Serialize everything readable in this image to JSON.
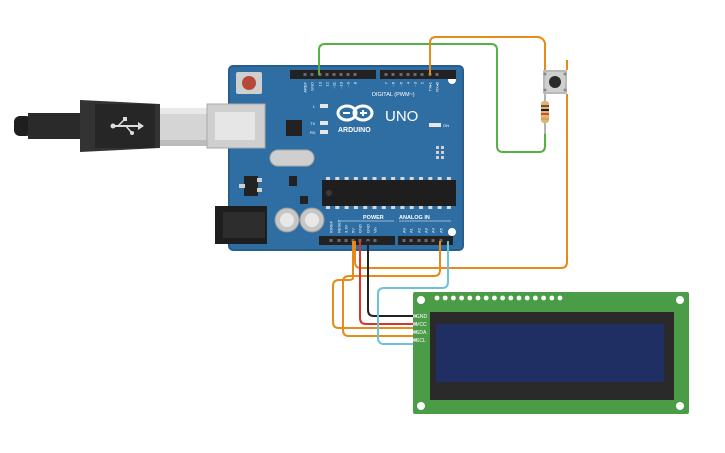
{
  "board": {
    "brand": "ARDUINO",
    "model": "UNO",
    "digital_header": "DIGITAL (PWM~)",
    "power_header": "POWER",
    "analog_header": "ANALOG IN",
    "led_l": "L",
    "led_tx": "TX",
    "led_rx": "RX",
    "led_on": "ON",
    "top_pins": [
      "AREF",
      "GND",
      "13",
      "12",
      "~11",
      "~10",
      "~9",
      "8",
      "7",
      "~6",
      "~5",
      "4",
      "~3",
      "2",
      "TX▸1",
      "RX◂0"
    ],
    "bottom_pins": [
      "IOREF",
      "RESET",
      "3.3V",
      "5V",
      "GND",
      "GND",
      "Vin",
      "A0",
      "A1",
      "A2",
      "A3",
      "A4",
      "A5"
    ]
  },
  "lcd": {
    "pins": [
      "GND",
      "VCC",
      "SDA",
      "SCL"
    ]
  },
  "colors": {
    "board": "#2f6ea3",
    "lcd_pcb": "#4b9c47",
    "lcd_screen": "#1f2e63",
    "wire_orange": "#e68a1a",
    "wire_green": "#55b046",
    "wire_red": "#d9332b",
    "wire_black": "#222222",
    "wire_cyan": "#6cc3d5"
  },
  "icons": [
    "usb-cable-icon",
    "pushbutton-icon",
    "resistor-icon"
  ]
}
